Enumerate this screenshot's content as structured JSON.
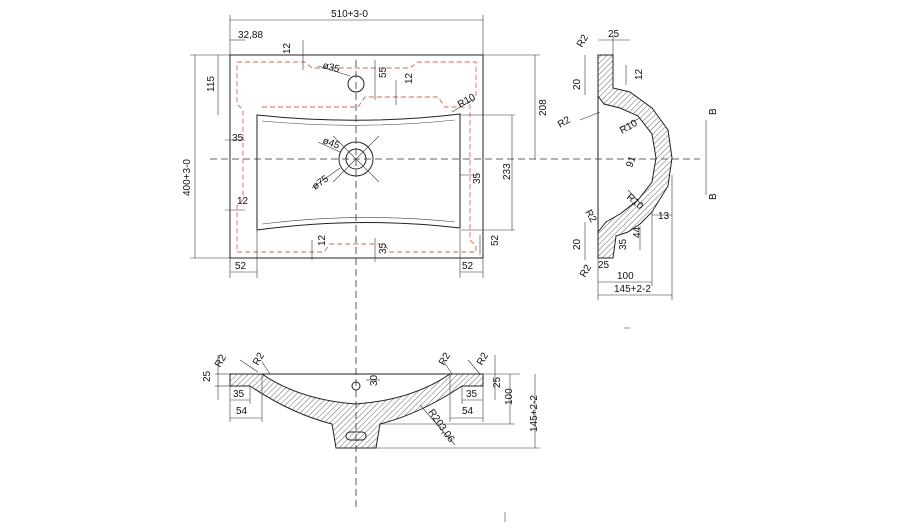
{
  "top_view": {
    "overall_width": "510+3-0",
    "overall_depth": "400+3-0",
    "corner_offset": "32,88",
    "tap_diameter": "ø35",
    "drain_diameter": "ø45",
    "drain_outer": "ø75",
    "bowl_radius": "R10",
    "dims": {
      "d12a": "12",
      "d55": "55",
      "d12b": "12",
      "d115": "115",
      "d208": "208",
      "d35": "35",
      "d233": "233",
      "d35b": "35",
      "d12c": "12",
      "d12d": "12",
      "d35c": "35",
      "d52a": "52",
      "d52b": "52",
      "d52c": "52"
    }
  },
  "section_side": {
    "labels": {
      "r2a": "R2",
      "d25": "25",
      "d12": "12",
      "d20a": "20",
      "r2b": "R2",
      "r10a": "R10",
      "r10b": "R10",
      "d91": "91",
      "d13": "13",
      "d44": "44",
      "r2c": "R2",
      "d20b": "20",
      "d35": "35",
      "r2d": "R2",
      "d25b": "25",
      "d100": "100",
      "d145": "145+2-2"
    },
    "section_mark": "B"
  },
  "section_front": {
    "labels": {
      "r2a": "R2",
      "r2b": "R2",
      "r2c": "R2",
      "r2d": "R2",
      "d25a": "25",
      "d25b": "25",
      "d30": "30",
      "d35a": "35",
      "d54a": "54",
      "d35b": "35",
      "d54b": "54",
      "d100": "100",
      "d145": "145+2-2",
      "rbig": "R203,06"
    }
  }
}
